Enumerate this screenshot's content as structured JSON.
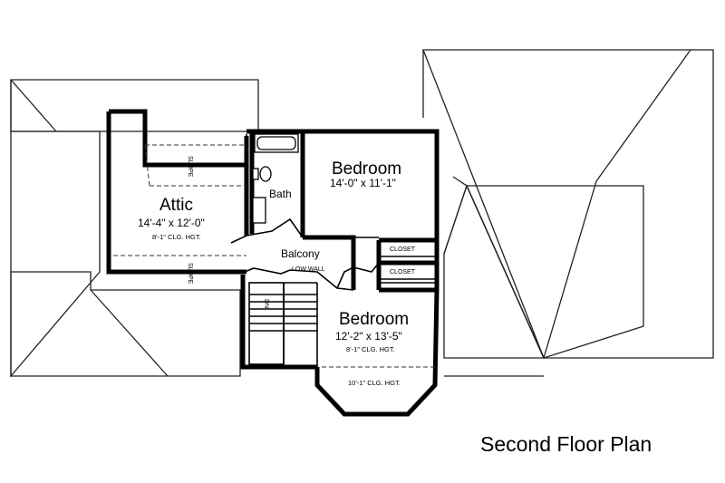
{
  "plan": {
    "caption": "Second Floor Plan",
    "rooms": {
      "attic": {
        "name": "Attic",
        "size": "14'-4\" x 12'-0\"",
        "ceiling": "8'-1\" CLG. HGT."
      },
      "bedroom1": {
        "name": "Bedroom",
        "size": "14'-0\" x 11'-1\""
      },
      "bath": {
        "name": "Bath"
      },
      "balcony": {
        "name": "Balcony",
        "note": "LOW WALL"
      },
      "closet1": {
        "name": "CLOSET"
      },
      "closet2": {
        "name": "CLOSET"
      },
      "bedroom2": {
        "name": "Bedroom",
        "size": "12'-2\" x 13'-5\"",
        "ceiling": "8'-1\" CLG. HGT.",
        "bay_ceiling": "10'-1\" CLG. HGT."
      }
    },
    "stairs": {
      "direction": "DN."
    },
    "slope_labels": [
      "SLOPE",
      "SLOPE"
    ]
  }
}
